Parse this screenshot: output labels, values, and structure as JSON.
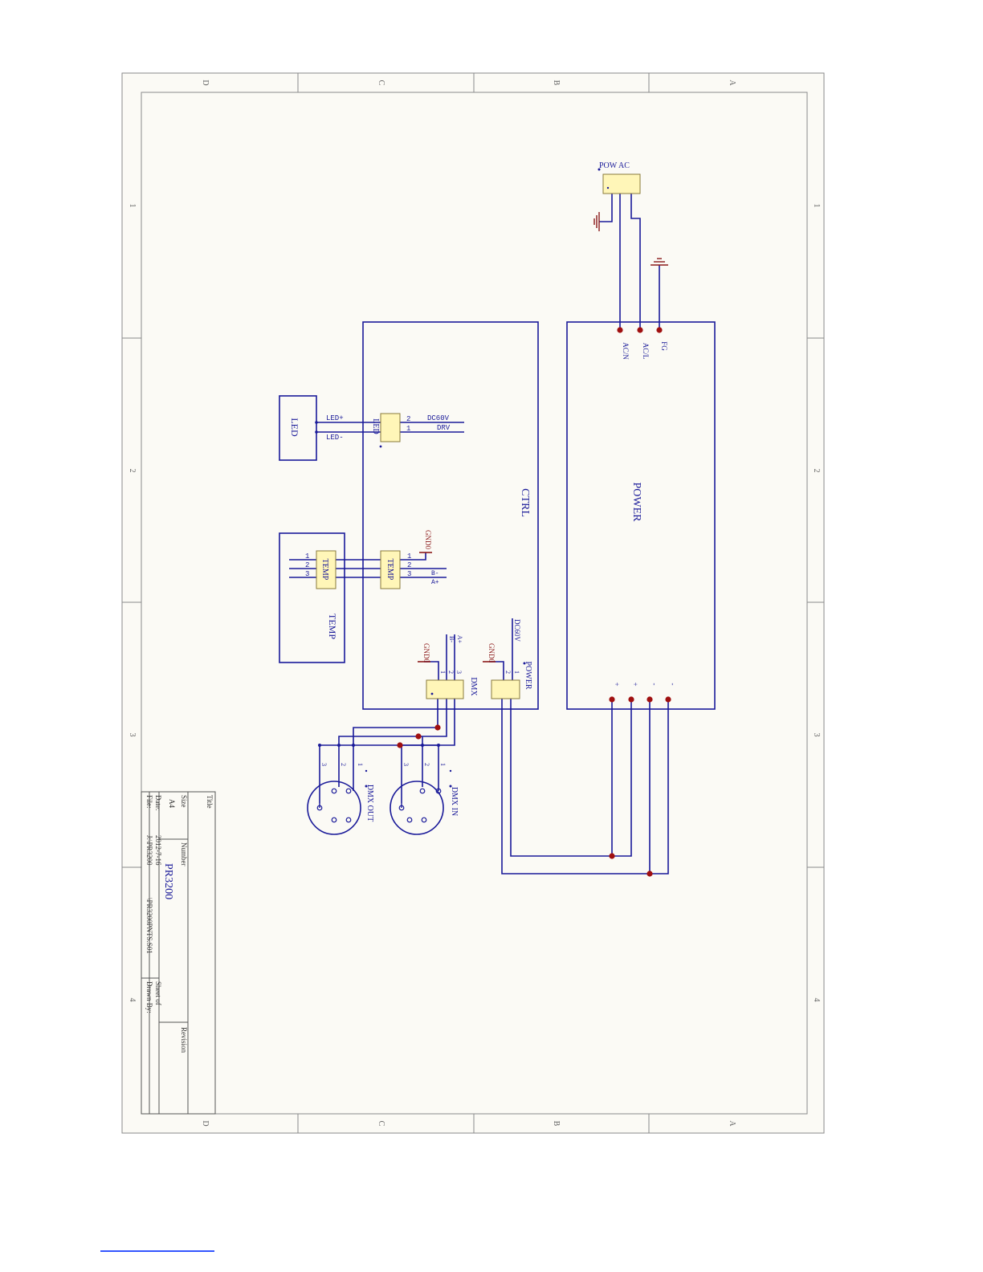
{
  "colors": {
    "wire": "#1a1a99",
    "component_fill": "#fff6b8",
    "component_stroke": "#8a7a3a",
    "ground": "#8b1a1a",
    "junction": "#a01010",
    "border": "#8a8a8a",
    "sheet_bg": "#fbfaf5",
    "label": "#1a1a99",
    "net_label": "#8b1a1a"
  },
  "border": {
    "columns": [
      "D",
      "C",
      "B",
      "A"
    ],
    "rows": [
      "1",
      "2",
      "3",
      "4"
    ]
  },
  "blocks": {
    "ctrl": "CTRL",
    "power": "POWER",
    "led": "LED",
    "temp": "TEMP"
  },
  "connectors": {
    "pow_ac": "POW AC",
    "led": "LED",
    "temp_a": "TEMP",
    "temp_b": "TEMP",
    "dmx": "DMX",
    "power": "POWER",
    "dmx_out": "DMX OUT",
    "dmx_in": "DMX IN"
  },
  "pins": {
    "led_2": "2",
    "led_1": "1",
    "temp_1": "1",
    "temp_2": "2",
    "temp_3": "3",
    "temp2_1": "1",
    "temp2_2": "2",
    "temp2_3": "3",
    "dmx_1": "1",
    "dmx_2": "2",
    "dmx_3": "3",
    "power_1": "1",
    "power_2": "2",
    "dmxout_1": "1",
    "dmxout_2": "2",
    "dmxout_3": "3",
    "dmxin_1": "1",
    "dmxin_2": "2",
    "dmxin_3": "3"
  },
  "nets": {
    "led_plus": "LED+",
    "led_minus": "LED-",
    "dc60v": "DC60V",
    "drv": "DRV",
    "gnd0_temp": "GND0",
    "b_minus": "B-",
    "a_plus": "A+",
    "gnd0_dmx": "GND0",
    "dmx_b": "B-",
    "dmx_a": "A+",
    "gnd0_power": "GND0",
    "dc60v_power": "DC60V",
    "ac_n": "AC/N",
    "ac_l": "AC/L",
    "fg": "FG",
    "pw_plus1": "+",
    "pw_plus2": "+",
    "pw_minus1": "-",
    "pw_minus2": "-"
  },
  "title_block": {
    "title_label": "Title",
    "size_label": "Size",
    "size_value": "A4",
    "number_label": "Number",
    "number_value": "PR3200",
    "revision_label": "Revision",
    "date_label": "Date:",
    "date_value": "2012-7-16",
    "file_label": "File:",
    "file_value": "J:\\PR3200",
    "file_name": "\\PR3200PNTS.S01",
    "sheet_label": "Sheet   of",
    "drawn_by_label": "Drawn By:"
  }
}
